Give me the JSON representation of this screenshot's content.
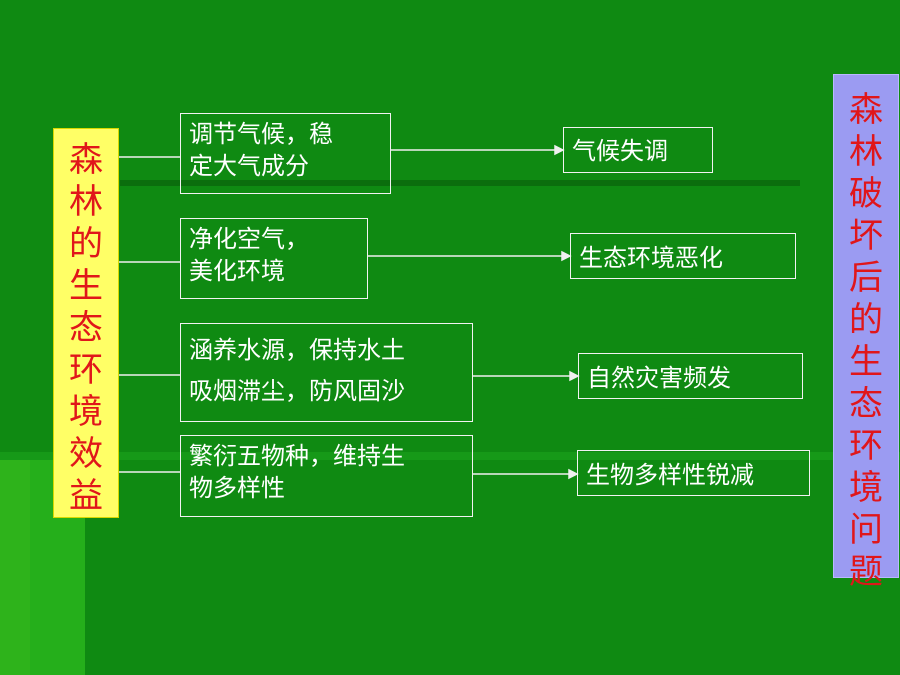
{
  "left_title": "森林的生态环境效益",
  "right_title": "森林破坏后的生态环境问题",
  "benefits": [
    {
      "text": "调节气候，稳\n定大气成分"
    },
    {
      "text": "净化空气，\n美化环境"
    },
    {
      "text": "涵养水源，保持水土\n吸烟滞尘，防风固沙"
    },
    {
      "text": "繁衍五物种，维持生\n物多样性"
    }
  ],
  "problems": [
    {
      "text": "气候失调"
    },
    {
      "text": "生态环境恶化"
    },
    {
      "text": "自然灾害频发"
    },
    {
      "text": "生物多样性锐减"
    }
  ],
  "colors": {
    "background": "#0f8a12",
    "left_box": "#ffff66",
    "right_box": "#9b9bf2",
    "title_text": "#e0161a",
    "box_text": "#ffffff"
  }
}
